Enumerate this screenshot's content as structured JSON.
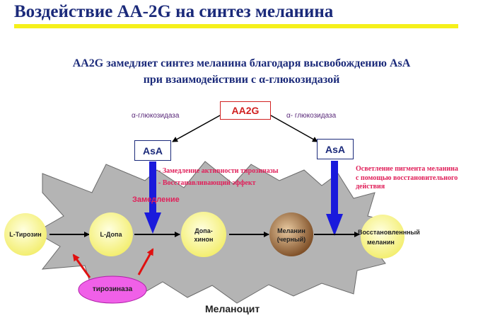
{
  "slide": {
    "title": "Воздействие АА-2G на синтез меланина",
    "subtitle_line1": "AA2G замедляет синтез меланина благодаря высвобождению AsA",
    "subtitle_line2": "при взаимодействии с α-глюкозидазой"
  },
  "diagram": {
    "source_box": "AA2G",
    "product_box_left": "AsA",
    "product_box_right": "AsA",
    "enzyme_left": "α-глюкозидаза",
    "enzyme_right": "α- глюкозидаза",
    "note_left_1": "- Замедление активности тирозиназы",
    "note_left_2": "- Восстанавливающий эффект",
    "note_right": [
      "Осветление пигмента меланина",
      "с помощью восстановительного",
      "действия"
    ],
    "slowdown_label": "Замедление",
    "nodes": {
      "l_tyrosine": "L-Тирозин",
      "l_dopa": "L-Допа",
      "dopaquinone": [
        "Допа-",
        "хинон"
      ],
      "melanin_black": [
        "Меланин",
        "(черный)"
      ],
      "restored_melanin": [
        "Восстановленнный",
        "меланин"
      ]
    },
    "tyrosinase": "тирозиназа",
    "cell_label": "Меланоцит",
    "colors": {
      "title": "#1b2a7a",
      "title_underline": "#f5f01a",
      "accent_red": "#d12020",
      "note_pink": "#e0205a",
      "blue_arrow": "#1a1adc",
      "node_yellow": "#fbf7a0",
      "melanin_brown": "#8a5a30",
      "tyrosinase_magenta": "#f060e8",
      "cell_gray": "#b4b4b4"
    }
  }
}
